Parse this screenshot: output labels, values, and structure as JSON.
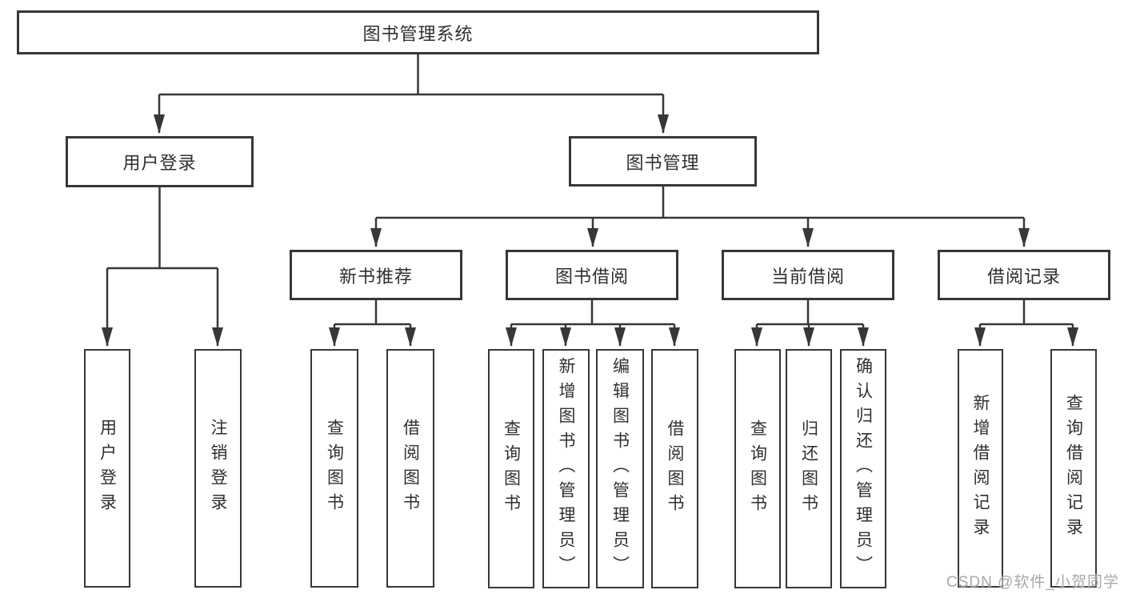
{
  "colors": {
    "line": "#373737",
    "text": "#2f2f2f",
    "box-bg": "#ffffff",
    "watermark": "#a8a8a8"
  },
  "watermark": "CSDN @软件_小贺同学",
  "tree": {
    "label": "图书管理系统",
    "children": [
      {
        "label": "用户登录",
        "children": [
          {
            "label": "用户登录"
          },
          {
            "label": "注销登录"
          }
        ]
      },
      {
        "label": "图书管理",
        "children": [
          {
            "label": "新书推荐",
            "children": [
              {
                "label": "查询图书"
              },
              {
                "label": "借阅图书"
              }
            ]
          },
          {
            "label": "图书借阅",
            "children": [
              {
                "label": "查询图书"
              },
              {
                "label": "新增图书（管理员）"
              },
              {
                "label": "编辑图书（管理员）"
              },
              {
                "label": "借阅图书"
              }
            ]
          },
          {
            "label": "当前借阅",
            "children": [
              {
                "label": "查询图书"
              },
              {
                "label": "归还图书"
              },
              {
                "label": "确认归还（管理员）"
              }
            ]
          },
          {
            "label": "借阅记录",
            "children": [
              {
                "label": "新增借阅记录"
              },
              {
                "label": "查询借阅记录"
              }
            ]
          }
        ]
      }
    ]
  }
}
